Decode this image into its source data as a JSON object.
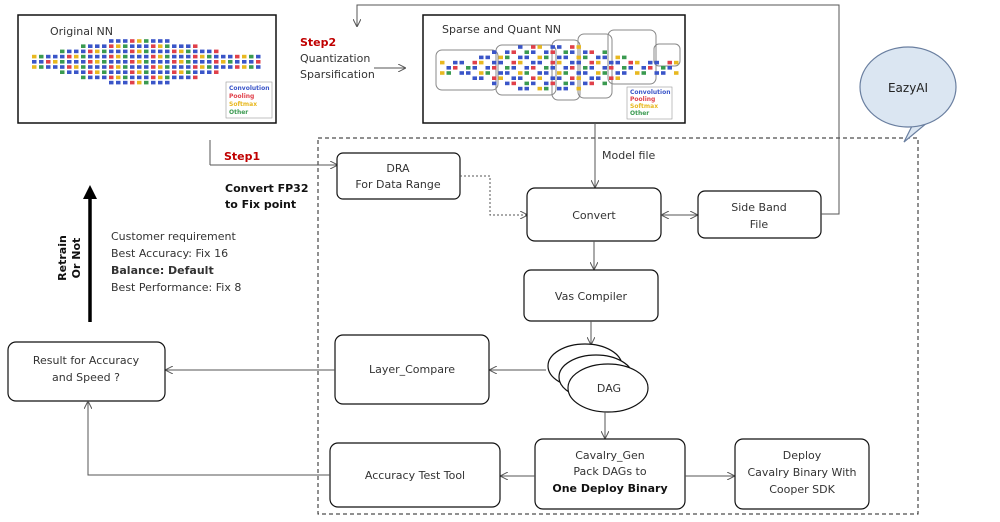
{
  "original_nn": {
    "title": "Original NN",
    "legend": [
      "Convolution",
      "Pooling",
      "Softmax",
      "Other"
    ]
  },
  "sparse_nn": {
    "title": "Sparse and Quant NN",
    "legend": [
      "Convolution",
      "Pooling",
      "Softmax",
      "Other"
    ]
  },
  "colors": {
    "convolution": "#3a55c8",
    "pooling": "#e0404a",
    "softmax": "#e8b820",
    "other": "#3a9a50",
    "cloud_fill": "#dbe6f2",
    "cloud_stroke": "#6a7fa0",
    "step_label": "#c00000"
  },
  "step2": {
    "label": "Step2",
    "line1": "Quantization",
    "line2": "Sparsification"
  },
  "step1": {
    "label": "Step1",
    "line1": "Convert FP32",
    "line2": "to Fix point"
  },
  "model_file": "Model file",
  "eazyai": "EazyAI",
  "retrain": {
    "line1": "Retrain",
    "line2": "Or Not"
  },
  "customer": {
    "line1": "Customer requirement",
    "line2": "Best Accuracy: Fix 16",
    "line3": "Balance: Default",
    "line4": "Best Performance: Fix 8"
  },
  "nodes": {
    "dra": {
      "line1": "DRA",
      "line2": "For Data Range"
    },
    "convert": "Convert",
    "side_band": {
      "line1": "Side Band",
      "line2": "File"
    },
    "vas_compiler": "Vas Compiler",
    "layer_compare": "Layer_Compare",
    "result": {
      "line1": "Result for Accuracy",
      "line2": "and Speed ?"
    },
    "dag": "DAG",
    "accuracy_tool": "Accuracy Test Tool",
    "cavalry_gen": {
      "line1": "Cavalry_Gen",
      "line2": "Pack DAGs to",
      "line3": "One Deploy Binary"
    },
    "deploy": {
      "line1": "Deploy",
      "line2": "Cavalry Binary With",
      "line3": "Cooper SDK"
    }
  }
}
